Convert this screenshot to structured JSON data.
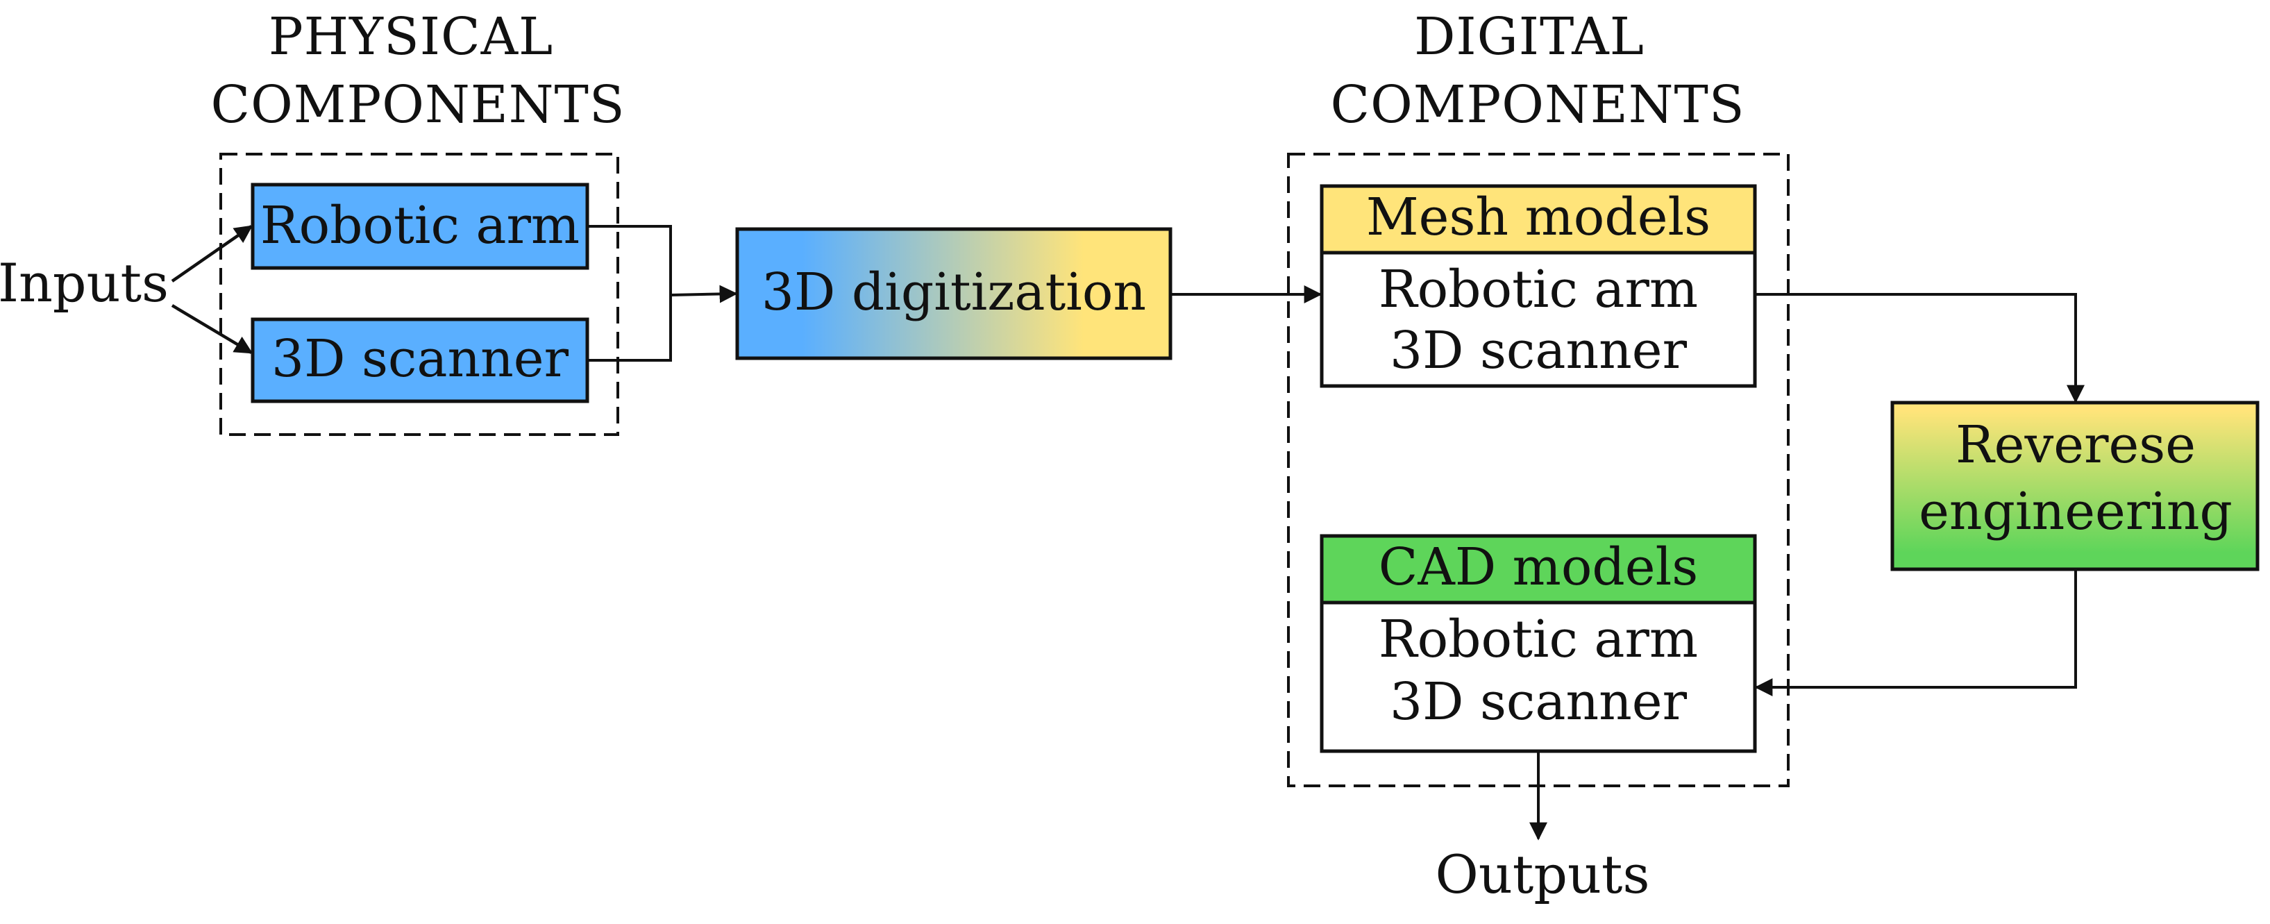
{
  "titles": {
    "physical_line1": "PHYSICAL",
    "physical_line2": "COMPONENTS",
    "digital_line1": "DIGITAL",
    "digital_line2": "COMPONENTS"
  },
  "inputs_label": "Inputs",
  "outputs_label": "Outputs",
  "physical": {
    "robotic_arm": "Robotic arm",
    "scanner": "3D scanner"
  },
  "digitization": "3D digitization",
  "mesh": {
    "header": "Mesh models",
    "line1": "Robotic arm",
    "line2": "3D scanner"
  },
  "cad": {
    "header": "CAD models",
    "line1": "Robotic arm",
    "line2": "3D scanner"
  },
  "reverse": {
    "line1": "Reverese",
    "line2": "engineering"
  },
  "colors": {
    "blue": "#5aafff",
    "yellow": "#ffe47a",
    "green": "#5ed55a",
    "stroke": "#111111"
  }
}
